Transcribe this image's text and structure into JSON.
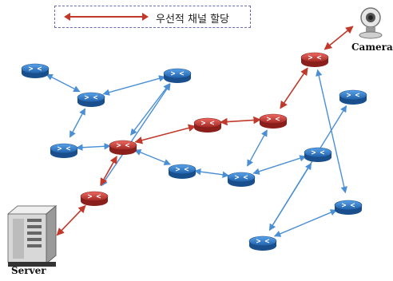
{
  "legend": {
    "label": "우선적 채널 할당",
    "line_color": "#c0392b"
  },
  "labels": {
    "server": "Server",
    "camera": "Camera"
  },
  "colors": {
    "normal_router": "#2f7fd1",
    "priority_router": "#d1403a",
    "normal_link": "#4a8fd6",
    "priority_link": "#c0392b"
  },
  "nodes": [
    {
      "id": "n1",
      "type": "normal"
    },
    {
      "id": "n2",
      "type": "normal"
    },
    {
      "id": "n3",
      "type": "normal"
    },
    {
      "id": "n4",
      "type": "normal"
    },
    {
      "id": "n5",
      "type": "priority"
    },
    {
      "id": "n6",
      "type": "priority"
    },
    {
      "id": "n7",
      "type": "priority"
    },
    {
      "id": "n8",
      "type": "priority"
    },
    {
      "id": "n9",
      "type": "priority"
    },
    {
      "id": "n10",
      "type": "normal"
    },
    {
      "id": "n11",
      "type": "normal"
    },
    {
      "id": "n12",
      "type": "normal"
    },
    {
      "id": "n13",
      "type": "normal"
    },
    {
      "id": "n14",
      "type": "normal"
    },
    {
      "id": "n15",
      "type": "normal"
    }
  ],
  "links": [
    {
      "from": "n1",
      "to": "n2",
      "type": "normal"
    },
    {
      "from": "n2",
      "to": "n4",
      "type": "normal"
    },
    {
      "from": "n2",
      "to": "n3",
      "type": "normal"
    },
    {
      "from": "n3",
      "to": "n5",
      "type": "normal"
    },
    {
      "from": "n4",
      "to": "n5",
      "type": "normal"
    },
    {
      "from": "n4",
      "to": "n6",
      "type": "normal"
    },
    {
      "from": "n5",
      "to": "n10",
      "type": "normal"
    },
    {
      "from": "n10",
      "to": "n11",
      "type": "normal"
    },
    {
      "from": "n11",
      "to": "n8",
      "type": "normal"
    },
    {
      "from": "n11",
      "to": "n12",
      "type": "normal"
    },
    {
      "from": "n12",
      "to": "n13",
      "type": "normal"
    },
    {
      "from": "n13",
      "to": "n14",
      "type": "normal"
    },
    {
      "from": "n13",
      "to": "n15",
      "type": "normal"
    },
    {
      "from": "n9",
      "to": "n15",
      "type": "normal"
    },
    {
      "from": "server",
      "to": "n6",
      "type": "priority"
    },
    {
      "from": "n6",
      "to": "n5",
      "type": "priority"
    },
    {
      "from": "n5",
      "to": "n7",
      "type": "priority"
    },
    {
      "from": "n7",
      "to": "n8",
      "type": "priority"
    },
    {
      "from": "n8",
      "to": "n9",
      "type": "priority"
    },
    {
      "from": "n9",
      "to": "camera",
      "type": "priority"
    }
  ]
}
